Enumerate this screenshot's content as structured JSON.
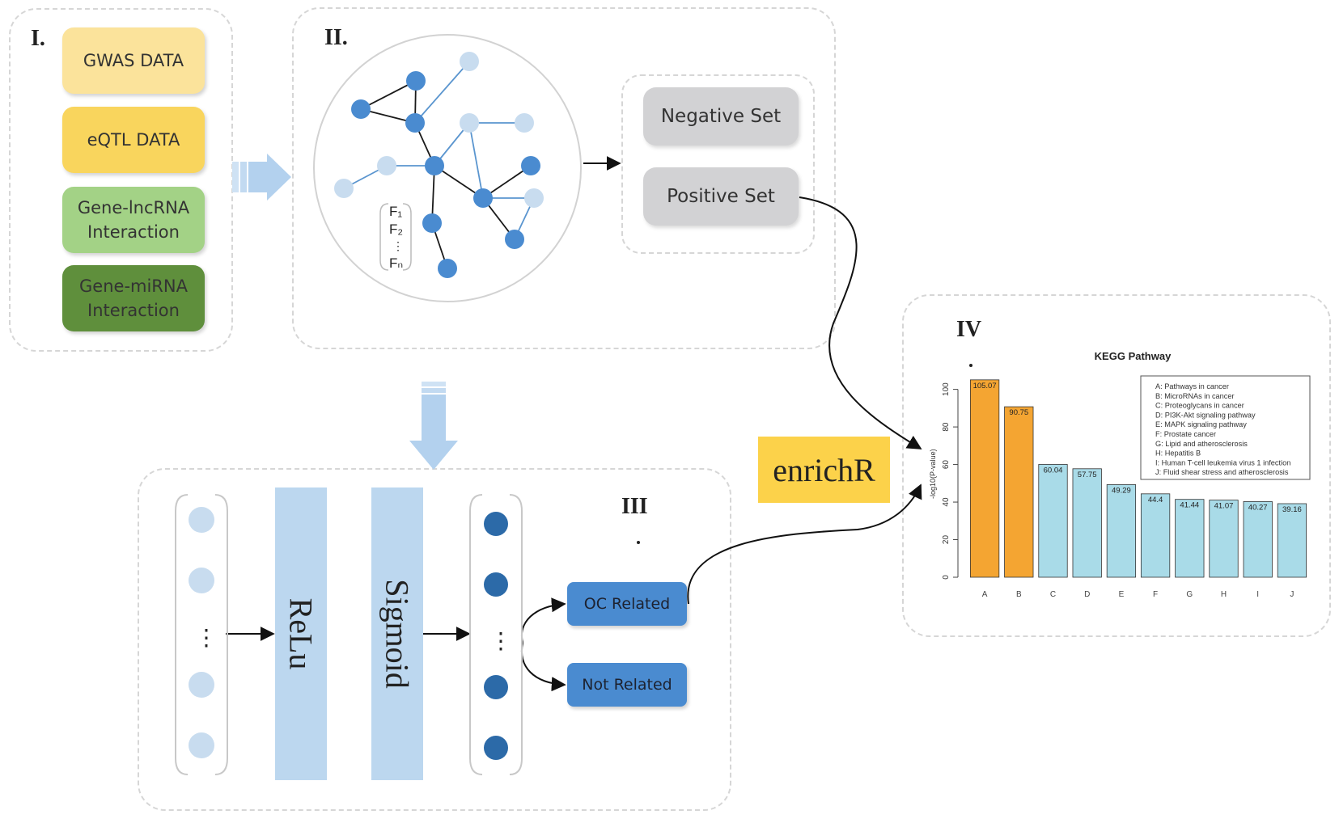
{
  "panel_1": {
    "label": "I.",
    "inputs": [
      "GWAS DATA",
      "eQTL DATA",
      "Gene-lncRNA\nInteraction",
      "Gene-miRNA\nInteraction"
    ],
    "colors": [
      "#fbe39b",
      "#f9d55d",
      "#a3d286",
      "#5f8f3c"
    ]
  },
  "panel_2": {
    "label": "II.",
    "features": [
      "F₁",
      "F₂",
      "⋮",
      "Fₙ"
    ],
    "sets": [
      "Negative Set",
      "Positive Set"
    ]
  },
  "panel_3": {
    "label": "III",
    "ellipsis": "⋮",
    "layers": [
      "ReLu",
      "Sigmoid"
    ],
    "outputs": [
      "OC Related",
      "Not Related"
    ]
  },
  "enrichr_label": "enrichR",
  "panel_4": {
    "label": "IV"
  },
  "colors": {
    "light_node": "#c8dcef",
    "dark_node": "#4a8bd0",
    "deep_node": "#2c6aa8",
    "arrow_fill": "#b8d5ee",
    "bar_orange": "#f4a532",
    "bar_blue": "#a9dbe8"
  },
  "chart_data": {
    "type": "bar",
    "title": "KEGG Pathway",
    "ylabel": "-log10(P-value)",
    "xlabel": "",
    "categories": [
      "A",
      "B",
      "C",
      "D",
      "E",
      "F",
      "G",
      "H",
      "I",
      "J"
    ],
    "values": [
      105.07,
      90.75,
      60.04,
      57.75,
      49.29,
      44.4,
      41.44,
      41.07,
      40.27,
      39.16
    ],
    "value_labels": [
      "105.07",
      "90.75",
      "60.04",
      "57.75",
      "49.29",
      "44.4",
      "41.44",
      "41.07",
      "40.27",
      "39.16"
    ],
    "bar_colors": [
      "#f4a532",
      "#f4a532",
      "#a9dbe8",
      "#a9dbe8",
      "#a9dbe8",
      "#a9dbe8",
      "#a9dbe8",
      "#a9dbe8",
      "#a9dbe8",
      "#a9dbe8"
    ],
    "yticks": [
      0,
      20,
      40,
      60,
      80,
      100
    ],
    "ylim": [
      0,
      105
    ],
    "legend_position": "top-right",
    "legend": [
      "A: Pathways in cancer",
      "B: MicroRNAs in cancer",
      "C: Proteoglycans in cancer",
      "D: PI3K-Akt signaling pathway",
      "E: MAPK signaling pathway",
      "F: Prostate cancer",
      "G: Lipid and atherosclerosis",
      "H: Hepatitis B",
      "I: Human T-cell leukemia virus 1 infection",
      "J: Fluid shear stress and atherosclerosis"
    ]
  }
}
